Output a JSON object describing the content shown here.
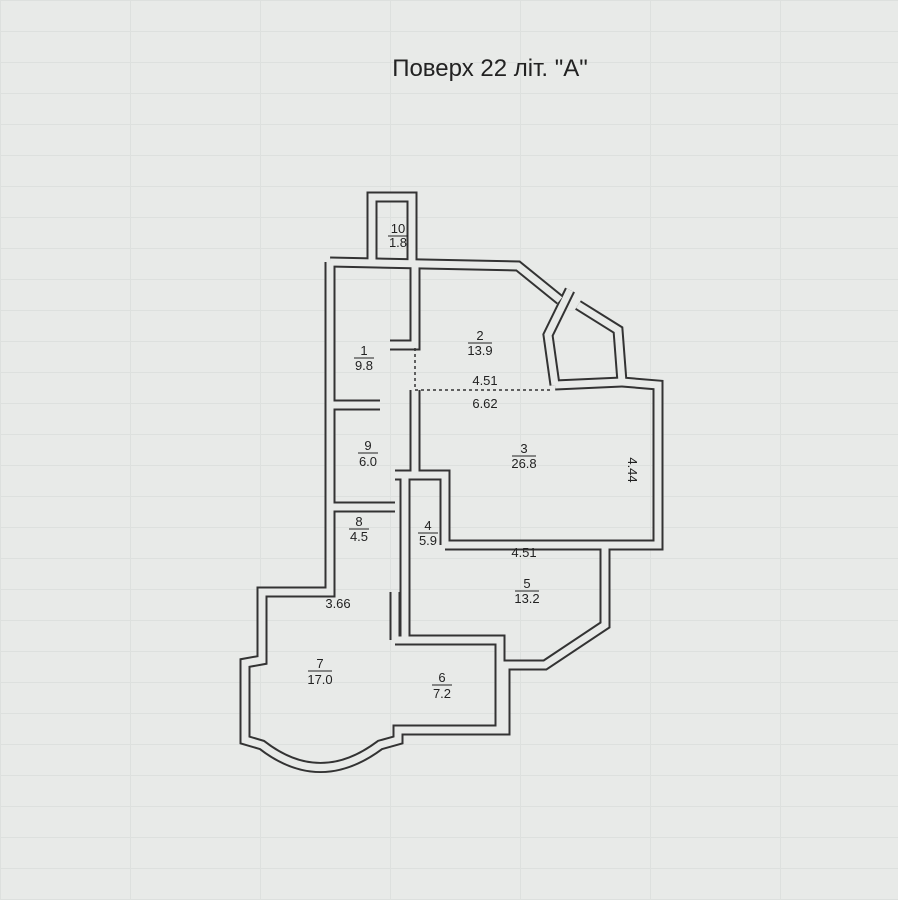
{
  "title": "Поверх 22 літ. \"А\"",
  "rooms": [
    {
      "number": "1",
      "area": "9.8"
    },
    {
      "number": "2",
      "area": "13.9"
    },
    {
      "number": "3",
      "area": "26.8"
    },
    {
      "number": "4",
      "area": "5.9"
    },
    {
      "number": "5",
      "area": "13.2"
    },
    {
      "number": "6",
      "area": "7.2"
    },
    {
      "number": "7",
      "area": "17.0"
    },
    {
      "number": "8",
      "area": "4.5"
    },
    {
      "number": "9",
      "area": "6.0"
    },
    {
      "number": "10",
      "area": "1.8"
    }
  ],
  "dimensions": {
    "d1": "4.51",
    "d2": "6.62",
    "d3": "4.44",
    "d4": "4.51",
    "d5": "3.66"
  },
  "colors": {
    "wall": "#333333",
    "paper": "#e8eae8"
  }
}
